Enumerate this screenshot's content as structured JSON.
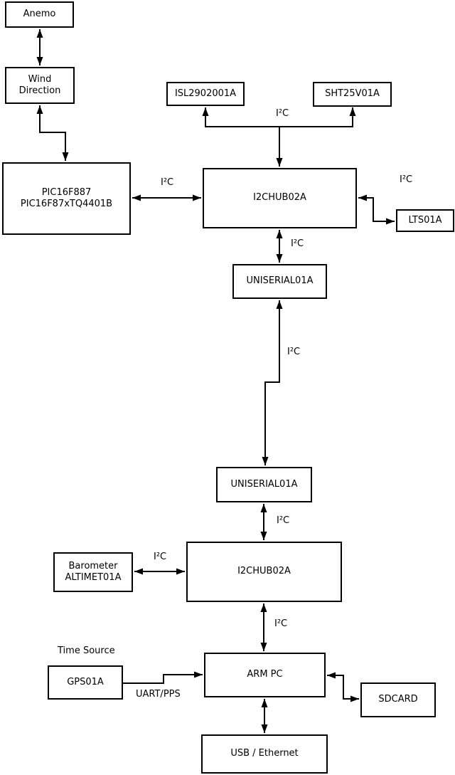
{
  "colors": {
    "background": "#ffffff",
    "line": "#000000",
    "box_fill": "#ffffff",
    "text": "#000000"
  },
  "nodes": {
    "anemo": {
      "label": "Anemo"
    },
    "wind_direction": {
      "label": "Wind\nDirection"
    },
    "pic": {
      "label": "PIC16F887\nPIC16F87xTQ4401B"
    },
    "isl": {
      "label": "ISL2902001A"
    },
    "sht": {
      "label": "SHT25V01A"
    },
    "hub_top": {
      "label": "I2CHUB02A"
    },
    "lts": {
      "label": "LTS01A"
    },
    "uniserial_top": {
      "label": "UNISERIAL01A"
    },
    "uniserial_bottom": {
      "label": "UNISERIAL01A"
    },
    "hub_bottom": {
      "label": "I2CHUB02A"
    },
    "barometer": {
      "label": "Barometer\nALTIMET01A"
    },
    "arm_pc": {
      "label": "ARM PC"
    },
    "gps": {
      "label": "GPS01A"
    },
    "sdcard": {
      "label": "SDCARD"
    },
    "usb_ethernet": {
      "label": "USB / Ethernet"
    }
  },
  "labels": {
    "i2c": "I²C",
    "time_source": "Time Source",
    "uart_pps": "UART/PPS"
  }
}
